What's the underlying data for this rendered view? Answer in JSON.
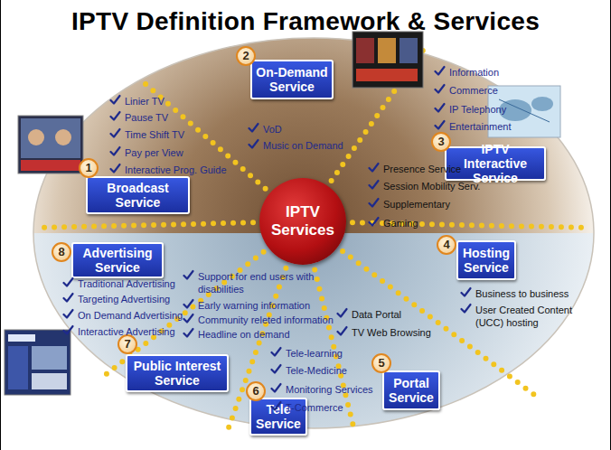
{
  "diagram": {
    "title": "IPTV Definition Framework & Services",
    "nodes": [
      {
        "text": [
          "IPTV Services"
        ]
      },
      {
        "text": [
          "Broadcast Service"
        ]
      },
      {
        "text": [
          "On-Demand Service"
        ]
      },
      {
        "text": [
          "IPTV Interactive Service"
        ]
      },
      {
        "text": [
          "Hosting Service"
        ]
      },
      {
        "text": [
          "Portal Service"
        ]
      },
      {
        "text": [
          "Tele Service"
        ]
      },
      {
        "text": [
          "Public Interest Service"
        ]
      },
      {
        "text": [
          "Advertising Service"
        ]
      }
    ],
    "labels": [
      "1",
      "2",
      "3",
      "4",
      "5",
      "6",
      "7",
      "8",
      "Linier TV",
      "Pause TV",
      "Time Shift TV",
      "Pay per View",
      "Interactive Prog. Guide",
      "VoD",
      "Music on Demand",
      "Information",
      "Commerce",
      "IP Telephony",
      "Entertainment",
      "Presence Service",
      "Session Mobility Serv.",
      "Supplementary",
      "Gaming",
      "Business to business",
      "User Created Content (UCC) hosting",
      "Data Portal",
      "TV Web Browsing",
      "Tele-learning",
      "Tele-Medicine",
      "Monitoring Services",
      "T-Commerce",
      "Support for end users with disabilities",
      "Early warning information",
      "Community releted information",
      "Headline on demand",
      "Traditional Advertising",
      "Targeting Advertising",
      "On Demand Advertising",
      "Interactive Advertising"
    ]
  }
}
